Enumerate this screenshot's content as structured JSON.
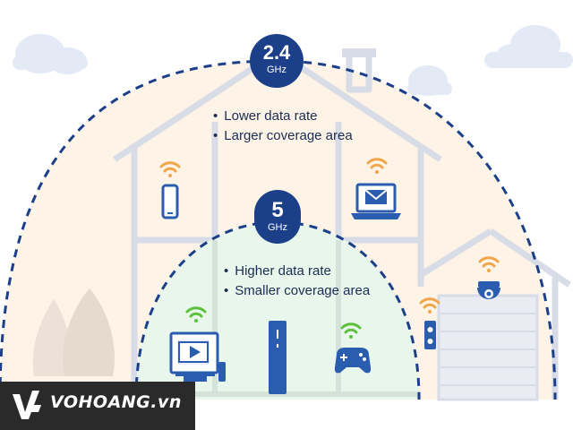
{
  "bands": [
    {
      "id": "2.4",
      "label_big": "2.4",
      "label_small": "GHz",
      "bullets": [
        "Lower data rate",
        "Larger coverage area"
      ]
    },
    {
      "id": "5",
      "label_big": "5",
      "label_small": "GHz",
      "bullets": [
        "Higher data rate",
        "Smaller coverage area"
      ]
    }
  ],
  "devices_outer": [
    {
      "name": "phone-icon",
      "signal_color": "#f0a64a"
    },
    {
      "name": "laptop-mail-icon",
      "signal_color": "#f0a64a"
    },
    {
      "name": "security-camera-icon",
      "signal_color": "#f0a64a"
    },
    {
      "name": "doorbell-icon",
      "signal_color": "#f0a64a"
    }
  ],
  "devices_inner": [
    {
      "name": "smart-tv-icon",
      "signal_color": "#5cc23b"
    },
    {
      "name": "router-icon",
      "signal_color": "none"
    },
    {
      "name": "gamepad-icon",
      "signal_color": "#5cc23b"
    }
  ],
  "watermark": {
    "text": "VOHOANG.vn"
  },
  "colors": {
    "badge": "#1c3f8a",
    "dashed_line": "#1c3f8a",
    "outer_fill": "#fdf3e7",
    "inner_fill": "#e8f6ec",
    "house_line": "#d8dce6",
    "device_blue": "#2a5db0"
  }
}
